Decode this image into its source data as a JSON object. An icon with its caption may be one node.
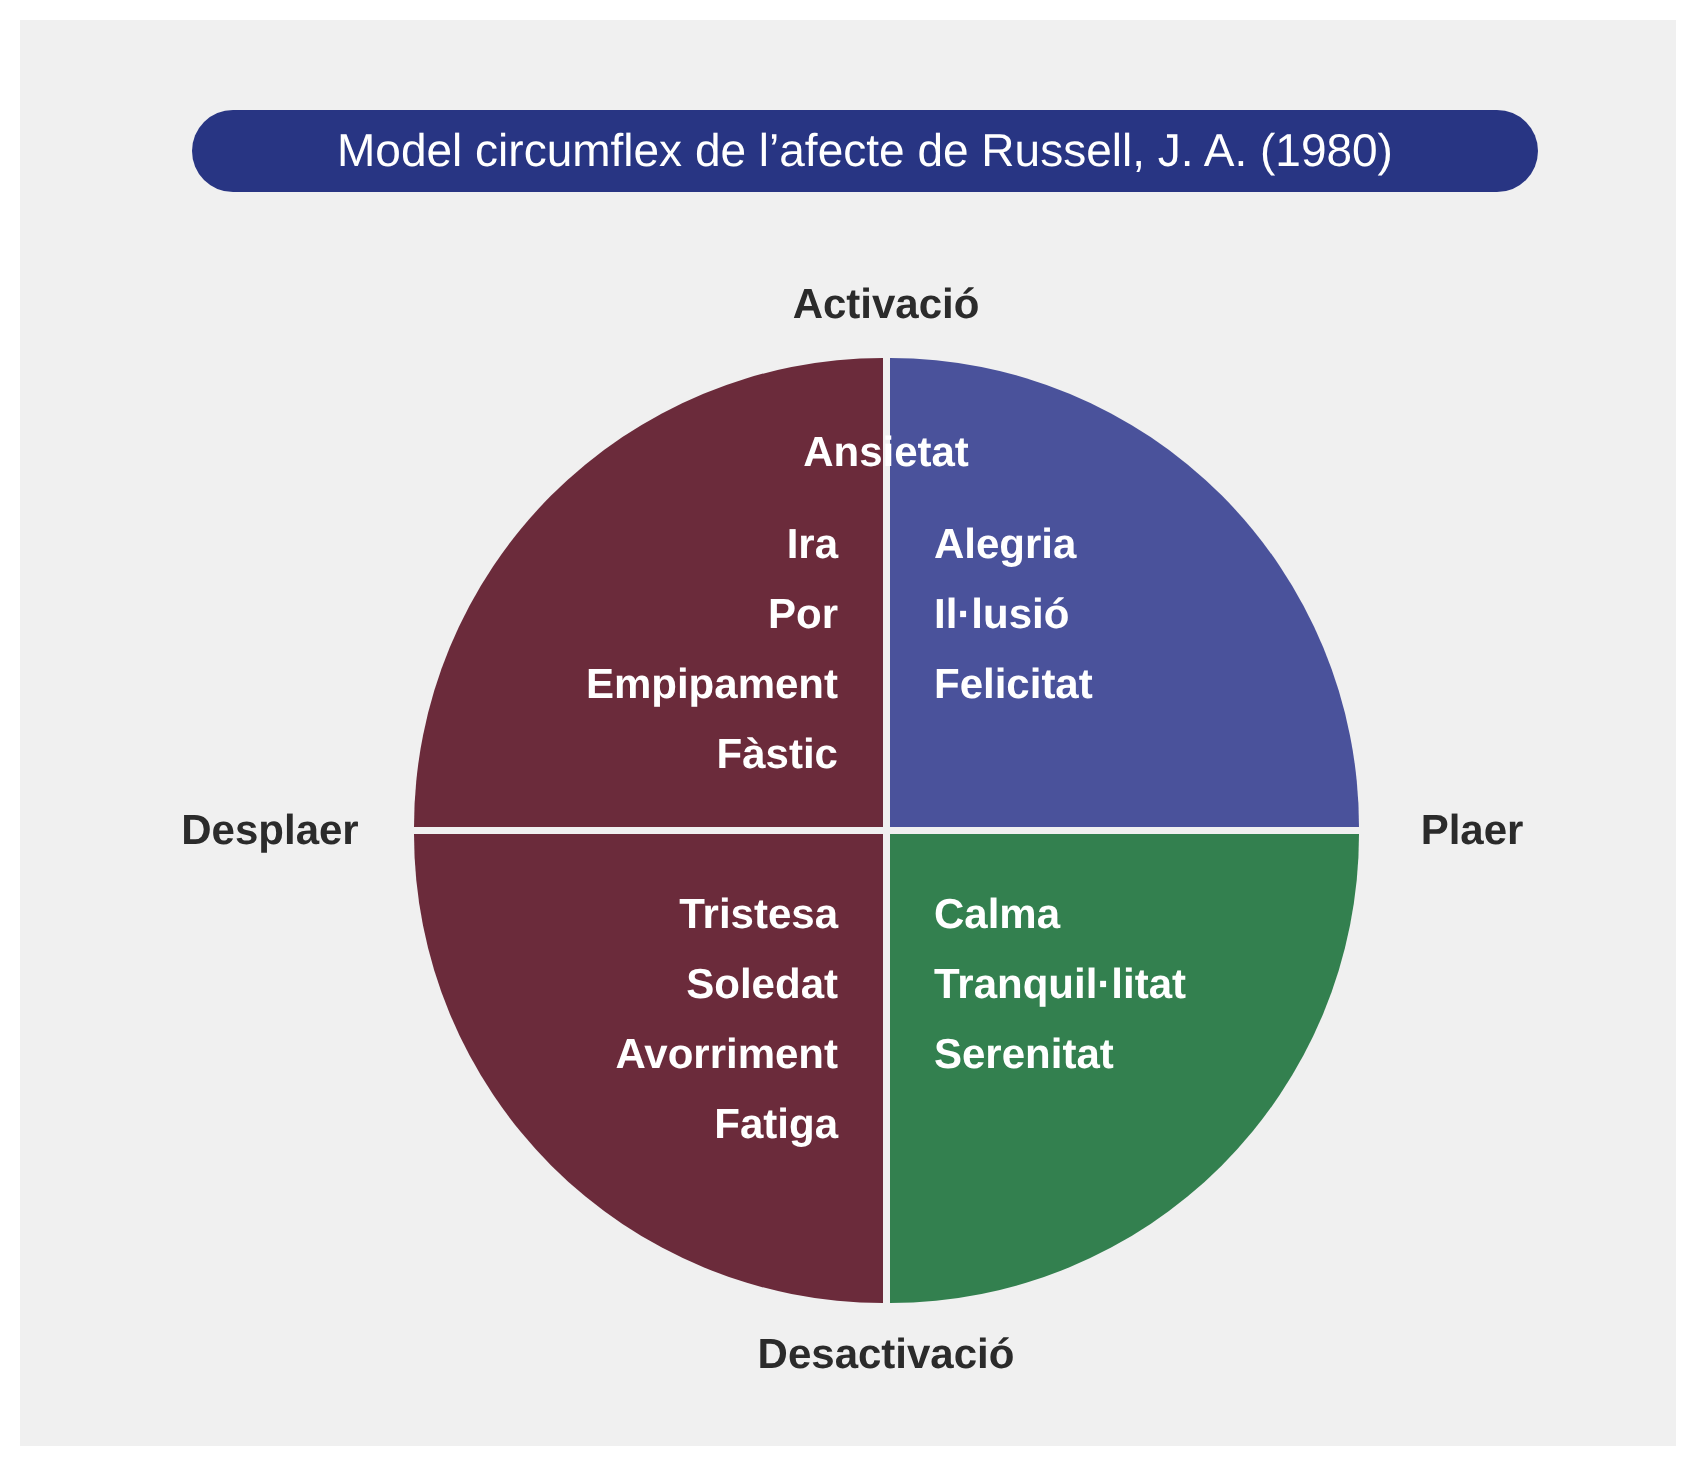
{
  "diagram": {
    "title": "Model circumflex de l’afecte de Russell, J. A. (1980)",
    "nodes": [
      {
        "text": [
          "Ira",
          "Por",
          "Empipament",
          "Fàstic"
        ]
      },
      {
        "text": [
          "Alegria",
          "Il·lusió",
          "Felicitat"
        ]
      },
      {
        "text": [
          "Tristesa",
          "Soledat",
          "Avorriment",
          "Fatiga"
        ]
      },
      {
        "text": [
          "Calma",
          "Tranquil·litat",
          "Serenitat"
        ]
      }
    ],
    "labels": [
      "Activació",
      "Ansietat",
      "Desplaer",
      "Plaer",
      "Desactivació"
    ]
  }
}
